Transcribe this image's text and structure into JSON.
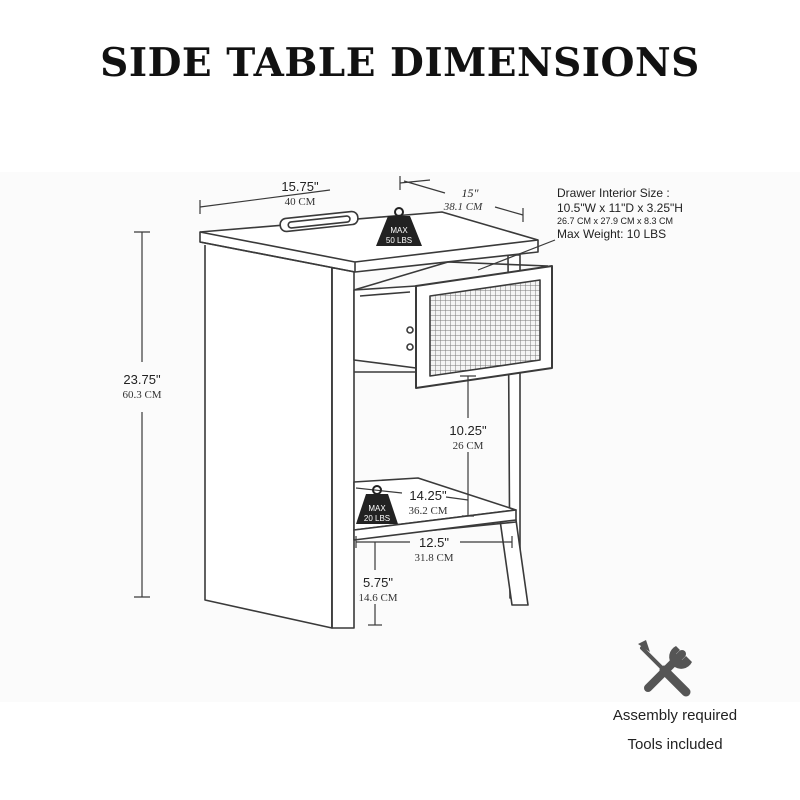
{
  "title": "SIDE TABLE DIMENSIONS",
  "dimensions": {
    "top_width": {
      "in": "15.75\"",
      "cm": "40 CM"
    },
    "top_depth": {
      "in": "15\"",
      "cm": "38.1 CM"
    },
    "height": {
      "in": "23.75\"",
      "cm": "60.3 CM"
    },
    "shelf_gap": {
      "in": "10.25\"",
      "cm": "26 CM"
    },
    "shelf_width": {
      "in": "14.25\"",
      "cm": "36.2 CM"
    },
    "base_width": {
      "in": "12.5\"",
      "cm": "31.8 CM"
    },
    "leg_height": {
      "in": "5.75\"",
      "cm": "14.6 CM"
    }
  },
  "drawer_info": {
    "heading": "Drawer Interior Size :",
    "inches": "10.5\"W x 11\"D x 3.25\"H",
    "cm": "26.7 CM x 27.9 CM x 8.3 CM",
    "max_weight": "Max Weight: 10 LBS"
  },
  "weights": {
    "top": {
      "line1": "MAX",
      "line2": "50 LBS"
    },
    "shelf": {
      "line1": "MAX",
      "line2": "20 LBS"
    }
  },
  "assembly": {
    "line1": "Assembly required",
    "line2": "Tools included",
    "icon": "wrench-screwdriver-icon"
  },
  "colors": {
    "line": "#3a3a3a",
    "rattan": "#6b6b6b",
    "icon": "#555555"
  }
}
